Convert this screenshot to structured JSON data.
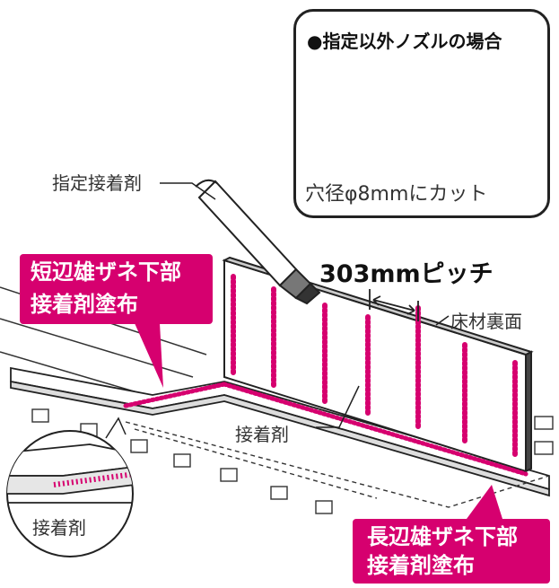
{
  "callout": {
    "title": "●指定以外ノズルの場合",
    "note": "穴径φ8mmにカット"
  },
  "labels": {
    "nozzle": "指定接着剤",
    "pitch": "303mmピッチ",
    "floor_back": "床材裏面",
    "adhesive_center": "接着剤",
    "adhesive_inset": "接着剤"
  },
  "tags": {
    "short_edge": [
      "短辺雄ザネ下部",
      "接着剤塗布"
    ],
    "long_edge": [
      "長辺雄ザネ下部",
      "接着剤塗布"
    ]
  },
  "colors": {
    "accent": "#d6006f",
    "line": "#222222",
    "text": "#333333"
  },
  "icons": [
    "adhesive-nozzle-icon",
    "cut-nozzle-icon"
  ]
}
